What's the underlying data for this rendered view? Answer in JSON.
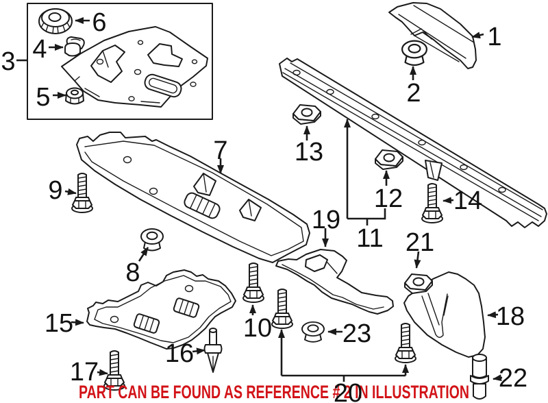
{
  "diagram_type": "exploded-parts-illustration",
  "colors": {
    "line": "#1a1a1a",
    "label": "#111111",
    "note_red": "#d21318",
    "background": "#ffffff"
  },
  "callouts": {
    "c1": "1",
    "c2": "2",
    "c3": "3",
    "c4": "4",
    "c5": "5",
    "c6": "6",
    "c7": "7",
    "c8": "8",
    "c9": "9",
    "c10": "10",
    "c11": "11",
    "c12": "12",
    "c13": "13",
    "c14": "14",
    "c15": "15",
    "c16": "16",
    "c17": "17",
    "c18": "18",
    "c19": "19",
    "c20": "20",
    "c21": "21",
    "c22": "22",
    "c23": "23"
  },
  "footer": {
    "note": "PART CAN BE FOUND AS REFERENCE # 2 IN ILLUSTRATION"
  }
}
